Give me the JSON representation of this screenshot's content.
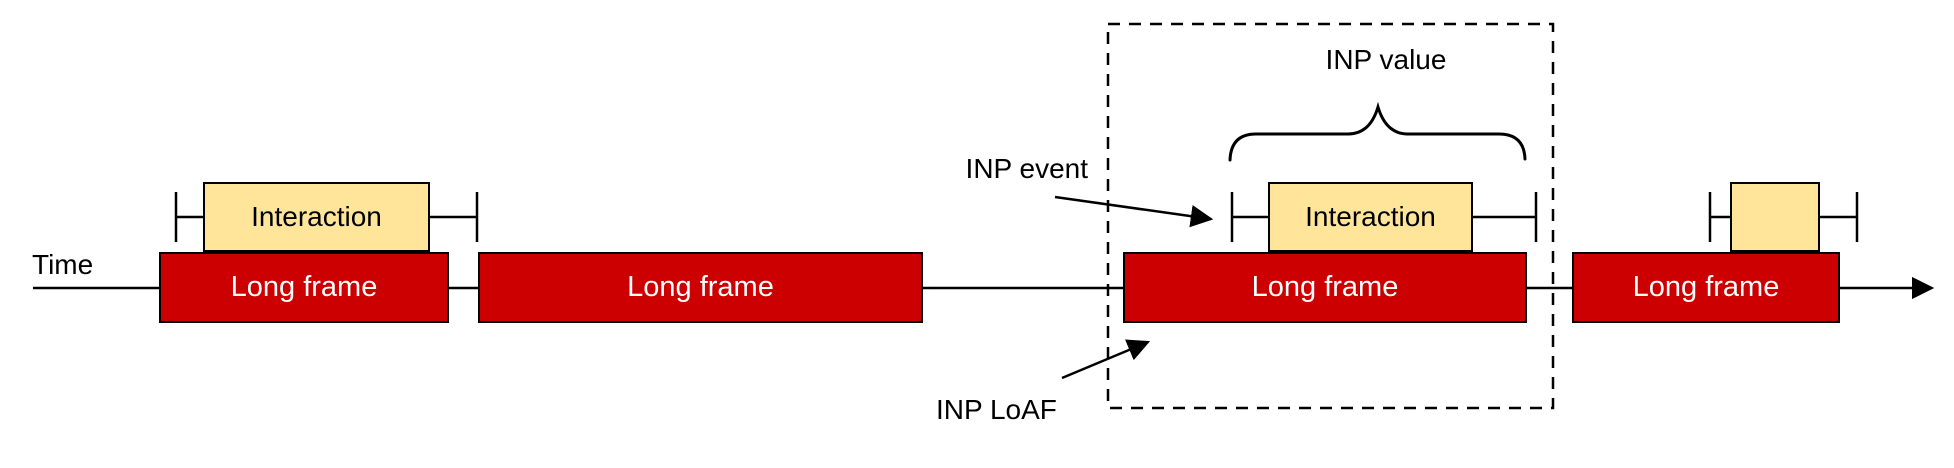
{
  "diagram": {
    "time_label": "Time",
    "annotations": {
      "inp_event": "INP event",
      "inp_value": "INP value",
      "inp_loaf": "INP LoAF"
    },
    "frames": [
      {
        "label": "Long frame"
      },
      {
        "label": "Long frame"
      },
      {
        "label": "Long frame"
      },
      {
        "label": "Long frame"
      }
    ],
    "interactions": [
      {
        "label": "Interaction"
      },
      {
        "label": "Interaction"
      },
      {
        "label": ""
      }
    ],
    "colors": {
      "long_frame_fill": "#cc0000",
      "long_frame_text": "#ffffff",
      "interaction_fill": "#ffe599",
      "stroke": "#000000",
      "background": "#ffffff"
    }
  }
}
